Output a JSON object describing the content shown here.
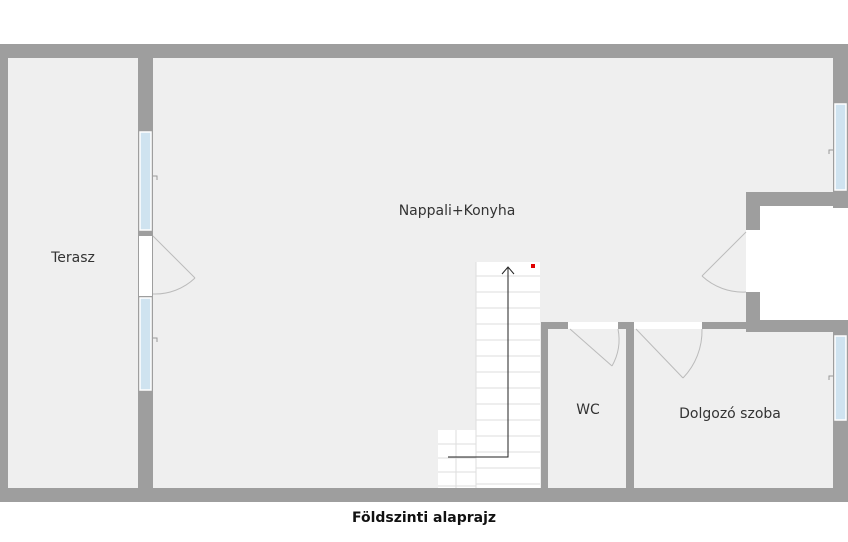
{
  "plan": {
    "caption": "Földszinti alaprajz",
    "rooms": {
      "terrace": "Terasz",
      "living_kitchen": "Nappali+Konyha",
      "wc": "WC",
      "study": "Dolgozó szoba"
    },
    "colors": {
      "wall": "#9e9e9e",
      "floor": "#efefef",
      "window": "#cfe3f0",
      "stair_line": "#dddddd",
      "door_arc": "#bbbbbb",
      "marker": "#e00000"
    }
  }
}
